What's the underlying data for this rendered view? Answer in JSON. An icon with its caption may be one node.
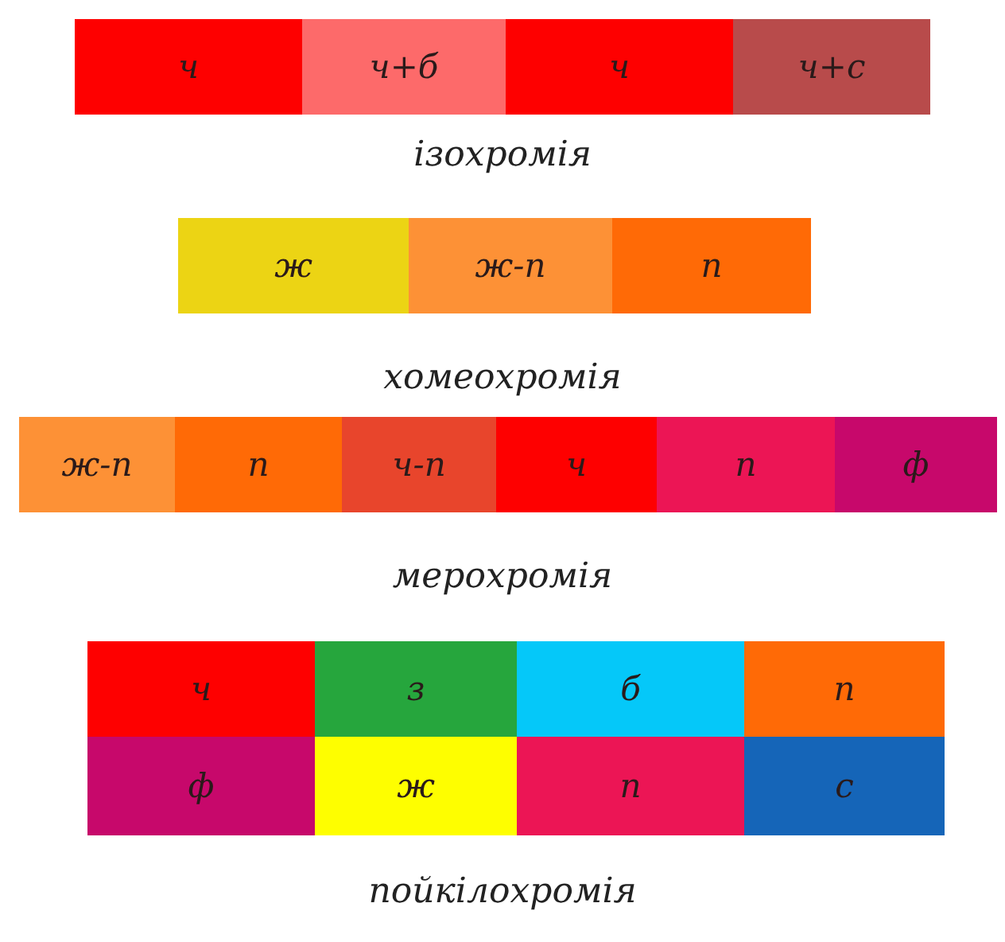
{
  "diagram": {
    "nodes": [
      {
        "text": [
          "ч"
        ]
      },
      {
        "text": [
          "ч+б"
        ]
      },
      {
        "text": [
          "ч"
        ]
      },
      {
        "text": [
          "ч+с"
        ]
      },
      {
        "text": [
          "ж"
        ]
      },
      {
        "text": [
          "ж-п"
        ]
      },
      {
        "text": [
          "п"
        ]
      },
      {
        "text": [
          "ж-п"
        ]
      },
      {
        "text": [
          "п"
        ]
      },
      {
        "text": [
          "ч-п"
        ]
      },
      {
        "text": [
          "ч"
        ]
      },
      {
        "text": [
          "п"
        ]
      },
      {
        "text": [
          "ф"
        ]
      },
      {
        "text": [
          "ч"
        ]
      },
      {
        "text": [
          "з"
        ]
      },
      {
        "text": [
          "б"
        ]
      },
      {
        "text": [
          "п"
        ]
      },
      {
        "text": [
          "ф"
        ]
      },
      {
        "text": [
          "ж"
        ]
      },
      {
        "text": [
          "п"
        ]
      },
      {
        "text": [
          "с"
        ]
      }
    ],
    "labels": [
      "ізохромія",
      "хомеохромія",
      "мерохромія",
      "пойкілохромія"
    ]
  }
}
